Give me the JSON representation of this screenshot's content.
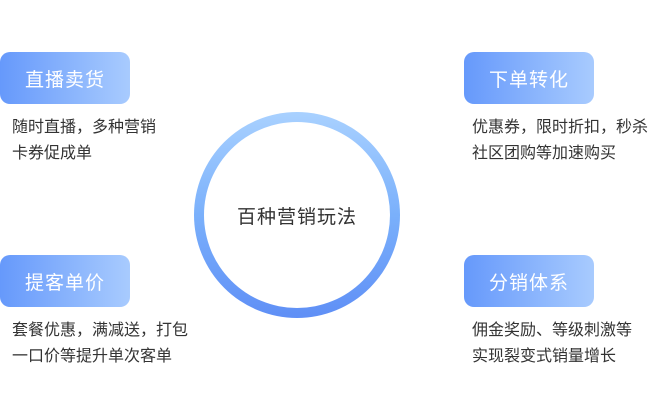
{
  "center": {
    "label": "百种营销玩法"
  },
  "cards": {
    "top_left": {
      "title": "直播卖货",
      "lines": [
        "随时直播，多种营销",
        "卡券促成单"
      ]
    },
    "top_right": {
      "title": "下单转化",
      "lines": [
        "优惠券，限时折扣，秒杀",
        "社区团购等加速购买"
      ]
    },
    "bottom_left": {
      "title": "提客单价",
      "lines": [
        "套餐优惠，满减送，打包",
        "一口价等提升单次客单"
      ]
    },
    "bottom_right": {
      "title": "分销体系",
      "lines": [
        "佣金奖励、等级刺激等",
        "实现裂变式销量增长"
      ]
    }
  },
  "colors": {
    "pill_gradient_start": "#6699fb",
    "pill_gradient_end": "#a8cbfe",
    "ring_top": "#a9d1ff",
    "ring_bottom": "#5f8ff6"
  }
}
